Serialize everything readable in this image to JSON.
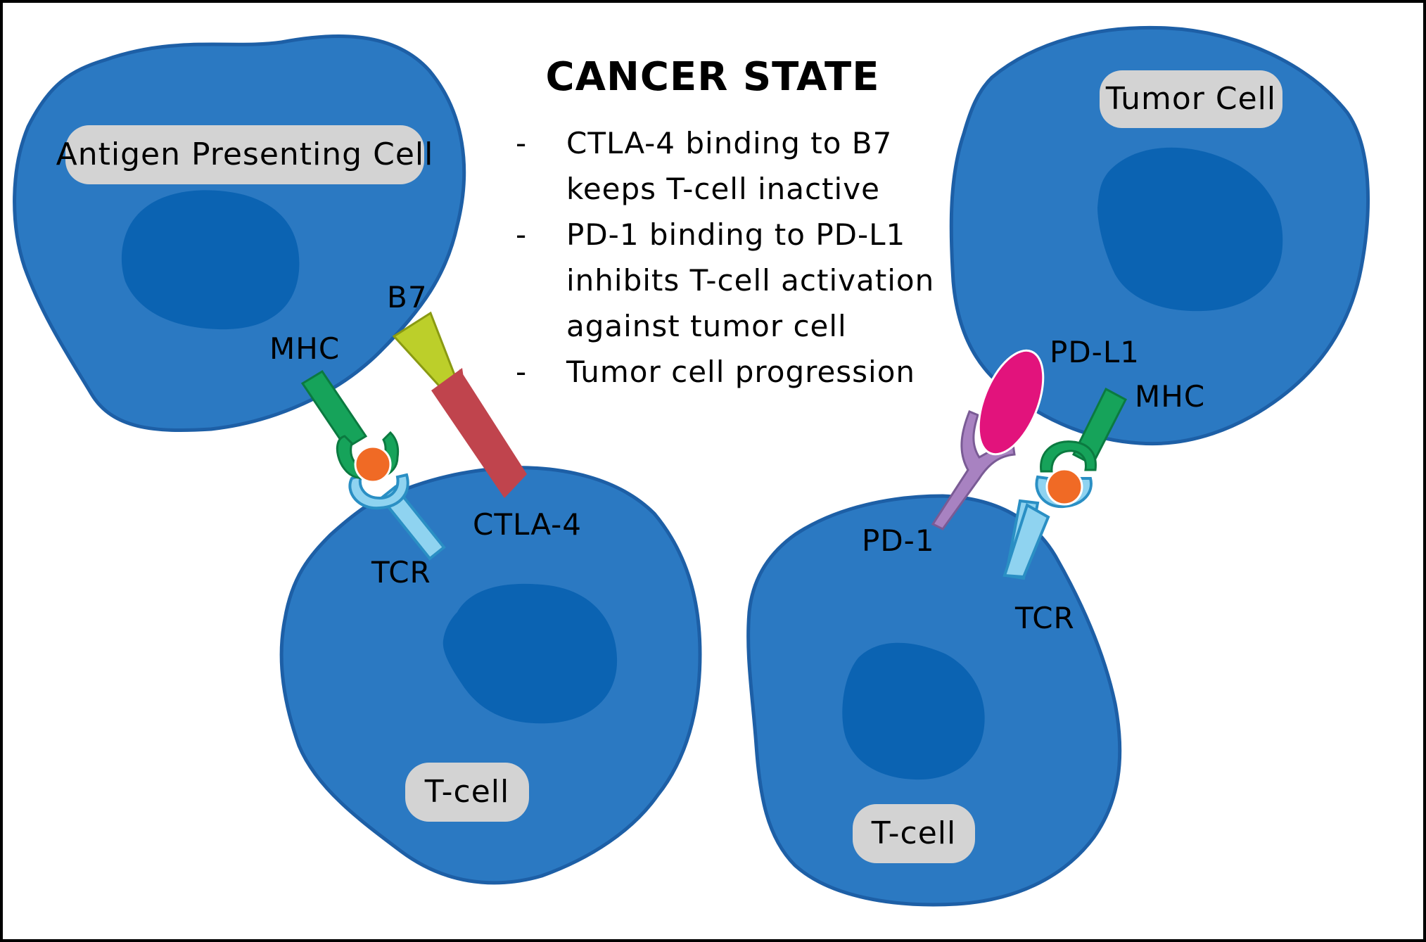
{
  "title": "CANCER STATE",
  "bullets": [
    {
      "dash": "-",
      "lines": [
        "CTLA-4 binding to B7",
        "keeps T-cell inactive"
      ]
    },
    {
      "dash": "-",
      "lines": [
        "PD-1 binding to PD-L1",
        "inhibits T-cell activation",
        "against tumor cell"
      ]
    },
    {
      "dash": "-",
      "lines": [
        "Tumor cell progression"
      ]
    }
  ],
  "cells": {
    "apc": "Antigen Presenting Cell",
    "tumor": "Tumor Cell",
    "tcell_left": "T-cell",
    "tcell_right": "T-cell"
  },
  "molecules": {
    "b7": "B7",
    "mhc_left": "MHC",
    "tcr_left": "TCR",
    "ctla4": "CTLA-4",
    "pdl1": "PD-L1",
    "mhc_right": "MHC",
    "pd1": "PD-1",
    "tcr_right": "TCR"
  },
  "colors": {
    "cell": "#2b79c2",
    "cell_border": "#1d5fa6",
    "nucleus": "#0b63b2",
    "label_pill": "#d3d3d3",
    "mhc": "#16a35a",
    "antigen": "#f06a25",
    "tcr": "#8fd3f0",
    "b7": "#bccf2a",
    "ctla4": "#c0444d",
    "pdl1": "#e2137c",
    "pd1": "#a882c1"
  }
}
